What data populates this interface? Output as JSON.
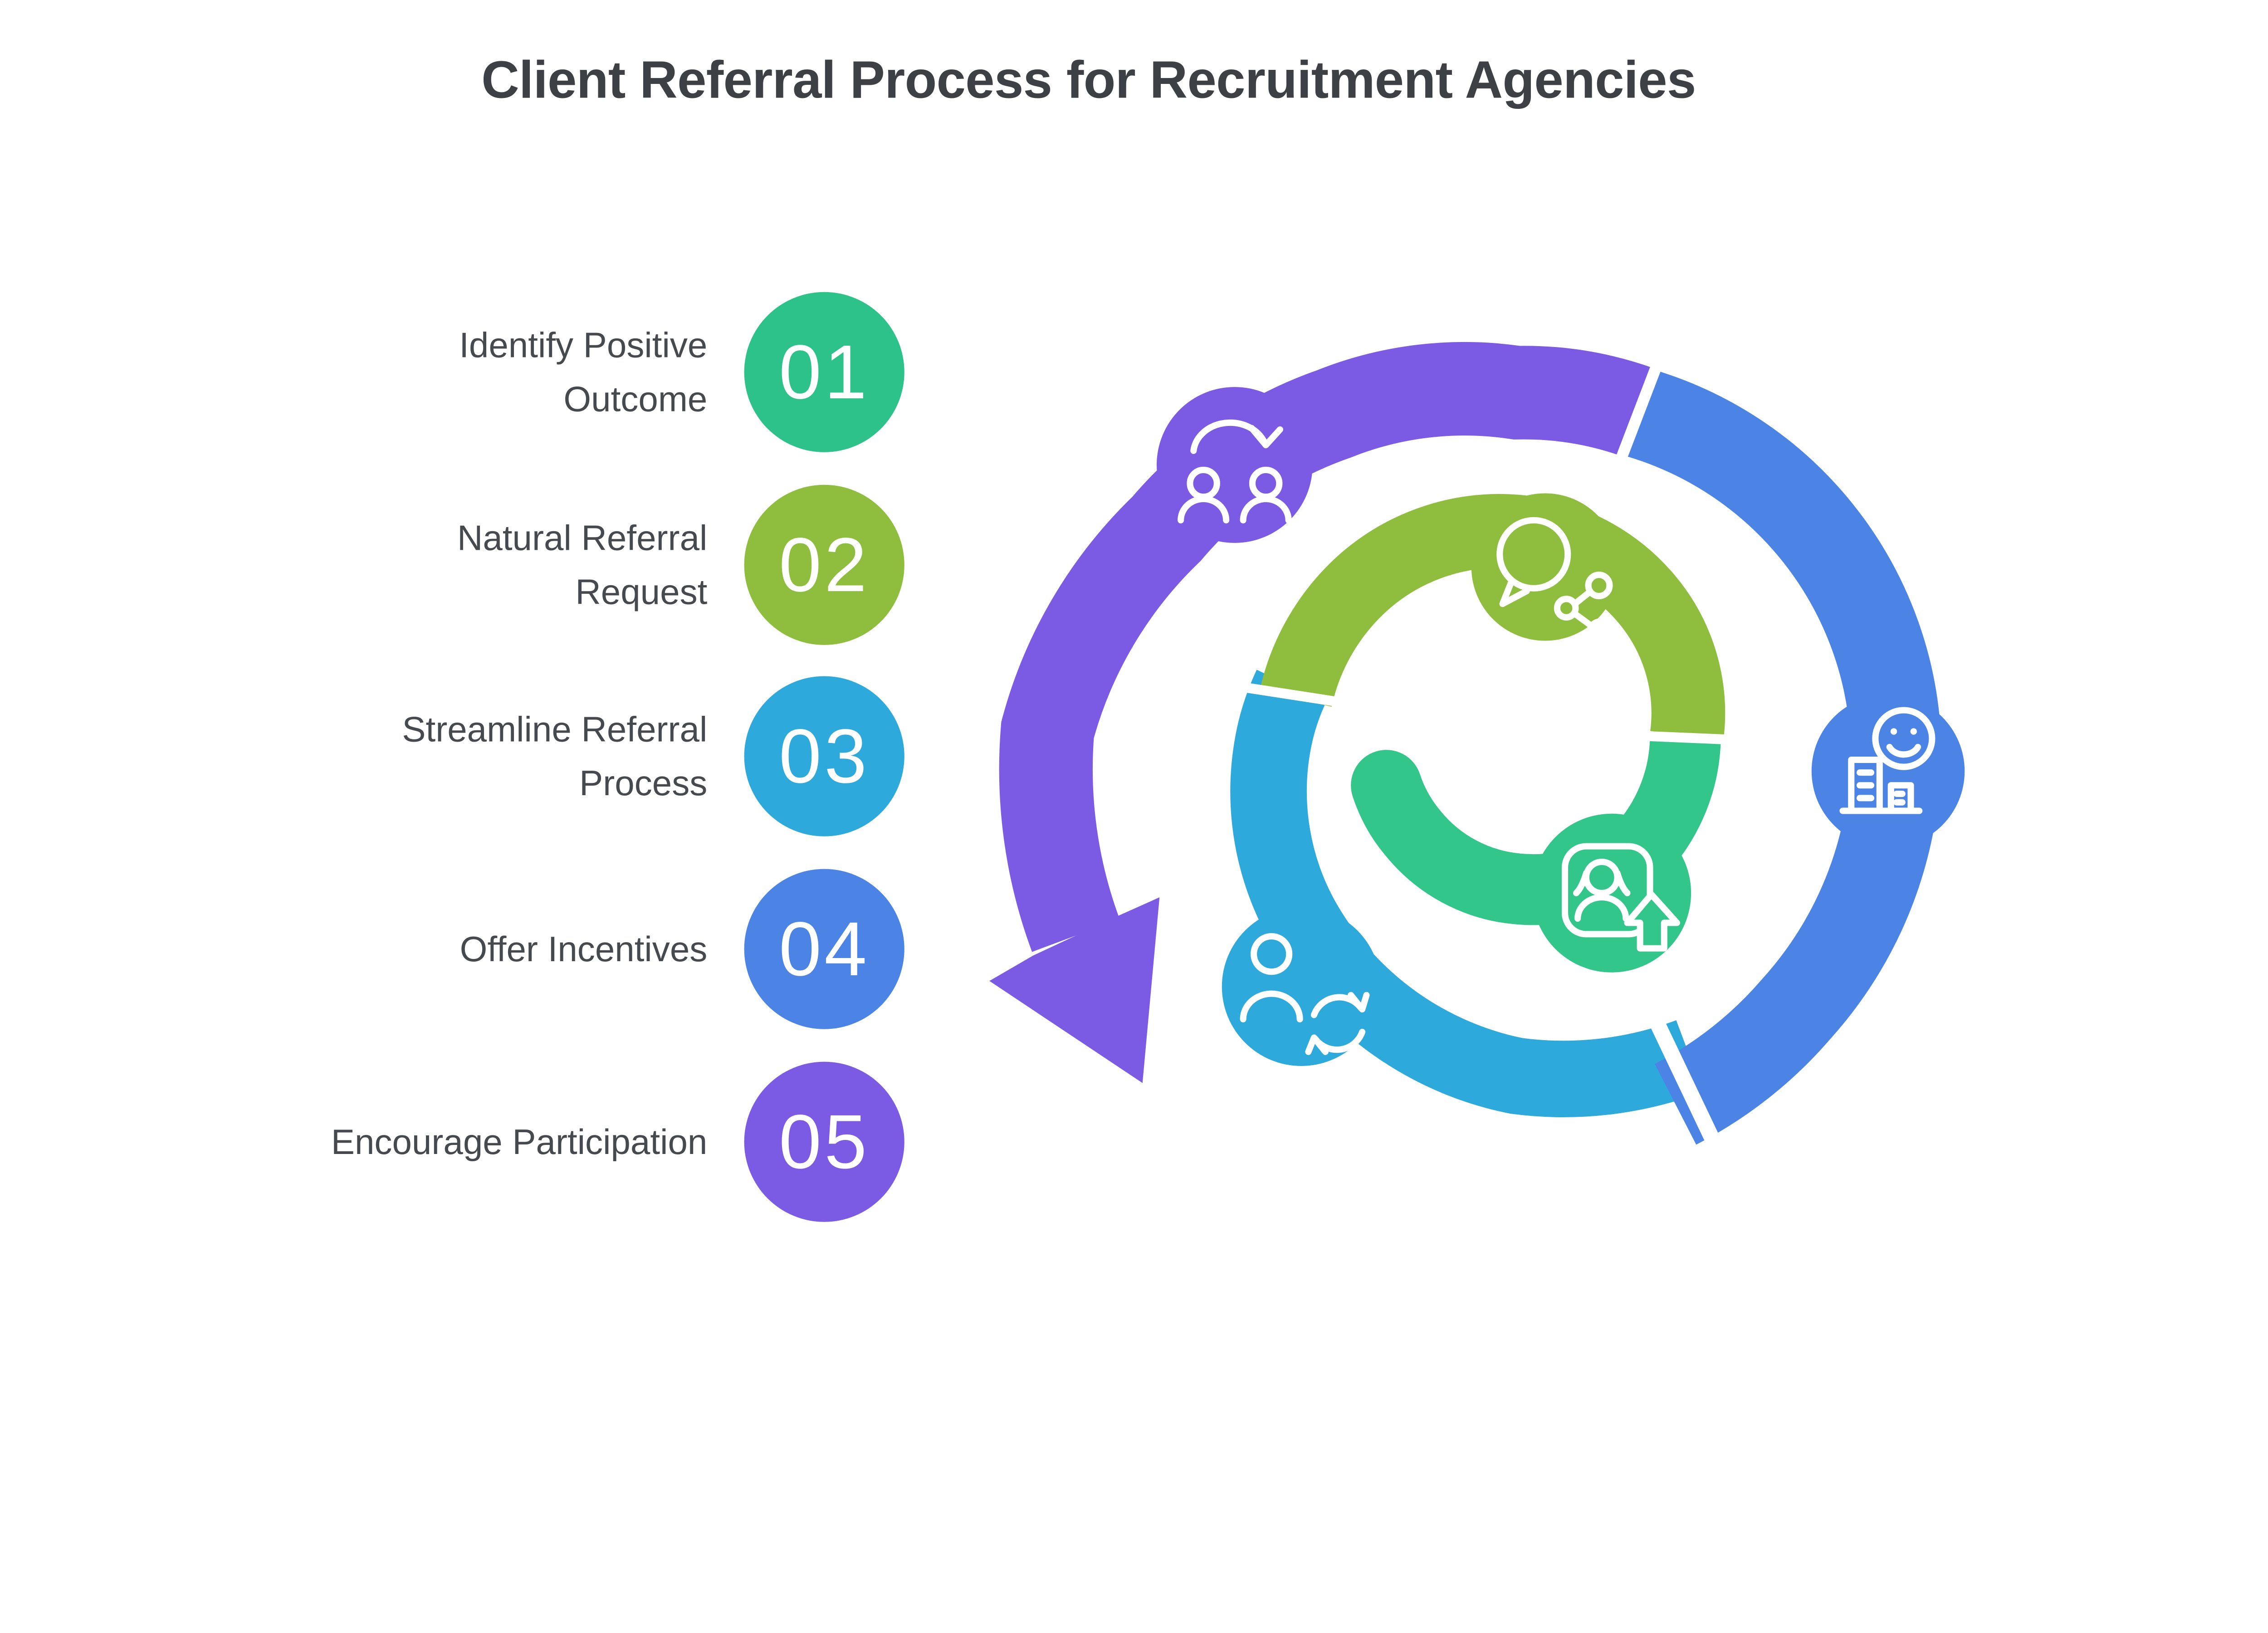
{
  "title": "Client Referral Process for Recruitment Agencies",
  "steps": [
    {
      "number": "01",
      "label": "Identify Positive Outcome",
      "color": "#2EC28B"
    },
    {
      "number": "02",
      "label": "Natural Referral Request",
      "color": "#8FBE3E"
    },
    {
      "number": "03",
      "label": "Streamline Referral Process",
      "color": "#2EA9DB"
    },
    {
      "number": "04",
      "label": "Offer Incentives",
      "color": "#4C84E6"
    },
    {
      "number": "05",
      "label": "Encourage Participation",
      "color": "#7B5BE4"
    }
  ],
  "spiral": {
    "flow": "counterclockwise outward ending in arrow",
    "segments": [
      {
        "icon": "candidate-upload-icon",
        "color": "#33C68B"
      },
      {
        "icon": "conversation-share-icon",
        "color": "#8FBE3E"
      },
      {
        "icon": "person-sync-icon",
        "color": "#2EA9DB"
      },
      {
        "icon": "happy-client-building-icon",
        "color": "#4C84E6"
      },
      {
        "icon": "referral-people-icon",
        "color": "#7B5BE4"
      }
    ]
  }
}
